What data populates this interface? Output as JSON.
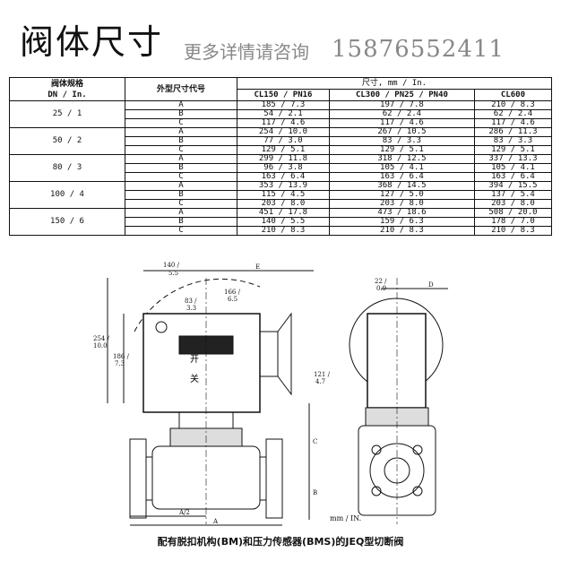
{
  "title": "阀体尺寸",
  "subtitle": "更多详情请咨询",
  "phone": "15876552411",
  "table": {
    "headers": {
      "size": "阀体规格",
      "size_sub": "DN / In.",
      "code": "外型尺寸代号",
      "dims": "尺寸, mm / In.",
      "cols": [
        "CL150 / PN16",
        "CL300 / PN25 / PN40",
        "CL600"
      ]
    },
    "groups": [
      {
        "size": "25 / 1",
        "rows": [
          {
            "code": "A",
            "v": [
              "185 / 7.3",
              "197 / 7.8",
              "210 / 8.3"
            ]
          },
          {
            "code": "B",
            "v": [
              "54 / 2.1",
              "62 / 2.4",
              "62 / 2.4"
            ]
          },
          {
            "code": "C",
            "v": [
              "117 / 4.6",
              "117 / 4.6",
              "117 / 4.6"
            ]
          }
        ]
      },
      {
        "size": "50 / 2",
        "rows": [
          {
            "code": "A",
            "v": [
              "254 / 10.0",
              "267 / 10.5",
              "286 / 11.3"
            ]
          },
          {
            "code": "B",
            "v": [
              "77 / 3.0",
              "83 / 3.3",
              "83 / 3.3"
            ]
          },
          {
            "code": "C",
            "v": [
              "129 / 5.1",
              "129 / 5.1",
              "129 / 5.1"
            ]
          }
        ]
      },
      {
        "size": "80 / 3",
        "rows": [
          {
            "code": "A",
            "v": [
              "299 / 11.8",
              "318 / 12.5",
              "337 / 13.3"
            ]
          },
          {
            "code": "B",
            "v": [
              "96 / 3.8",
              "105 / 4.1",
              "105 / 4.1"
            ]
          },
          {
            "code": "C",
            "v": [
              "163 / 6.4",
              "163 / 6.4",
              "163 / 6.4"
            ]
          }
        ]
      },
      {
        "size": "100 / 4",
        "rows": [
          {
            "code": "A",
            "v": [
              "353 / 13.9",
              "368 / 14.5",
              "394 / 15.5"
            ]
          },
          {
            "code": "B",
            "v": [
              "115 / 4.5",
              "127 / 5.0",
              "137 / 5.4"
            ]
          },
          {
            "code": "C",
            "v": [
              "203 / 8.0",
              "203 / 8.0",
              "203 / 8.0"
            ]
          }
        ]
      },
      {
        "size": "150 / 6",
        "rows": [
          {
            "code": "A",
            "v": [
              "451 / 17.8",
              "473 / 18.6",
              "508 / 20.0"
            ]
          },
          {
            "code": "B",
            "v": [
              "140 / 5.5",
              "159 / 6.3",
              "178 / 7.0"
            ]
          },
          {
            "code": "C",
            "v": [
              "210 / 8.3",
              "210 / 8.3",
              "210 / 8.3"
            ]
          }
        ]
      }
    ]
  },
  "drawing": {
    "dim_140": "140 /",
    "dim_140b": "5.5",
    "dim_E": "E",
    "dim_166": "166 /",
    "dim_166b": "6.5",
    "dim_83": "83 /",
    "dim_83b": "3.3",
    "dim_254": "254 /",
    "dim_254b": "10.0",
    "dim_186": "186 /",
    "dim_186b": "7.3",
    "dim_121": "121 /",
    "dim_121b": "4.7",
    "dim_22": "22 /",
    "dim_22b": "0.9",
    "dim_D": "D",
    "dim_C": "C",
    "dim_B": "B",
    "dim_A2": "A/2",
    "dim_A": "A",
    "open": "开",
    "close": "关"
  },
  "units": "mm / IN.",
  "caption": "配有脱扣机构(BM)和压力传感器(BMS)的JEQ型切断阀"
}
